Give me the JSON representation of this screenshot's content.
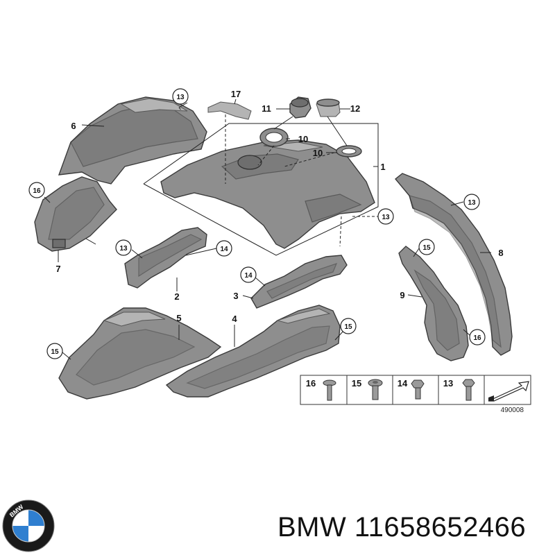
{
  "callouts": {
    "c1": "1",
    "c2": "2",
    "c3": "3",
    "c4": "4",
    "c5": "5",
    "c6": "6",
    "c7": "7",
    "c8": "8",
    "c9": "9",
    "c10a": "10",
    "c10b": "10",
    "c11": "11",
    "c12": "12",
    "c13a": "13",
    "c13b": "13",
    "c13c": "13",
    "c13d": "13",
    "c14a": "14",
    "c14b": "14",
    "c15a": "15",
    "c15b": "15",
    "c15c": "15",
    "c16a": "16",
    "c16b": "16",
    "c17": "17"
  },
  "legend": {
    "items": [
      {
        "number": "16",
        "icon": "pan-head-screw"
      },
      {
        "number": "15",
        "icon": "flange-screw"
      },
      {
        "number": "14",
        "icon": "hex-bolt"
      },
      {
        "number": "13",
        "icon": "hex-bolt-long"
      }
    ],
    "direction_icon": "forward-arrow"
  },
  "diagram_code": "490008",
  "brand": {
    "logo_text": "BMW",
    "caption": "BMW 11658652466",
    "colors": {
      "logo_blue": "#2f7fd0",
      "logo_ring": "#1a1a1a",
      "logo_white": "#ffffff"
    }
  }
}
